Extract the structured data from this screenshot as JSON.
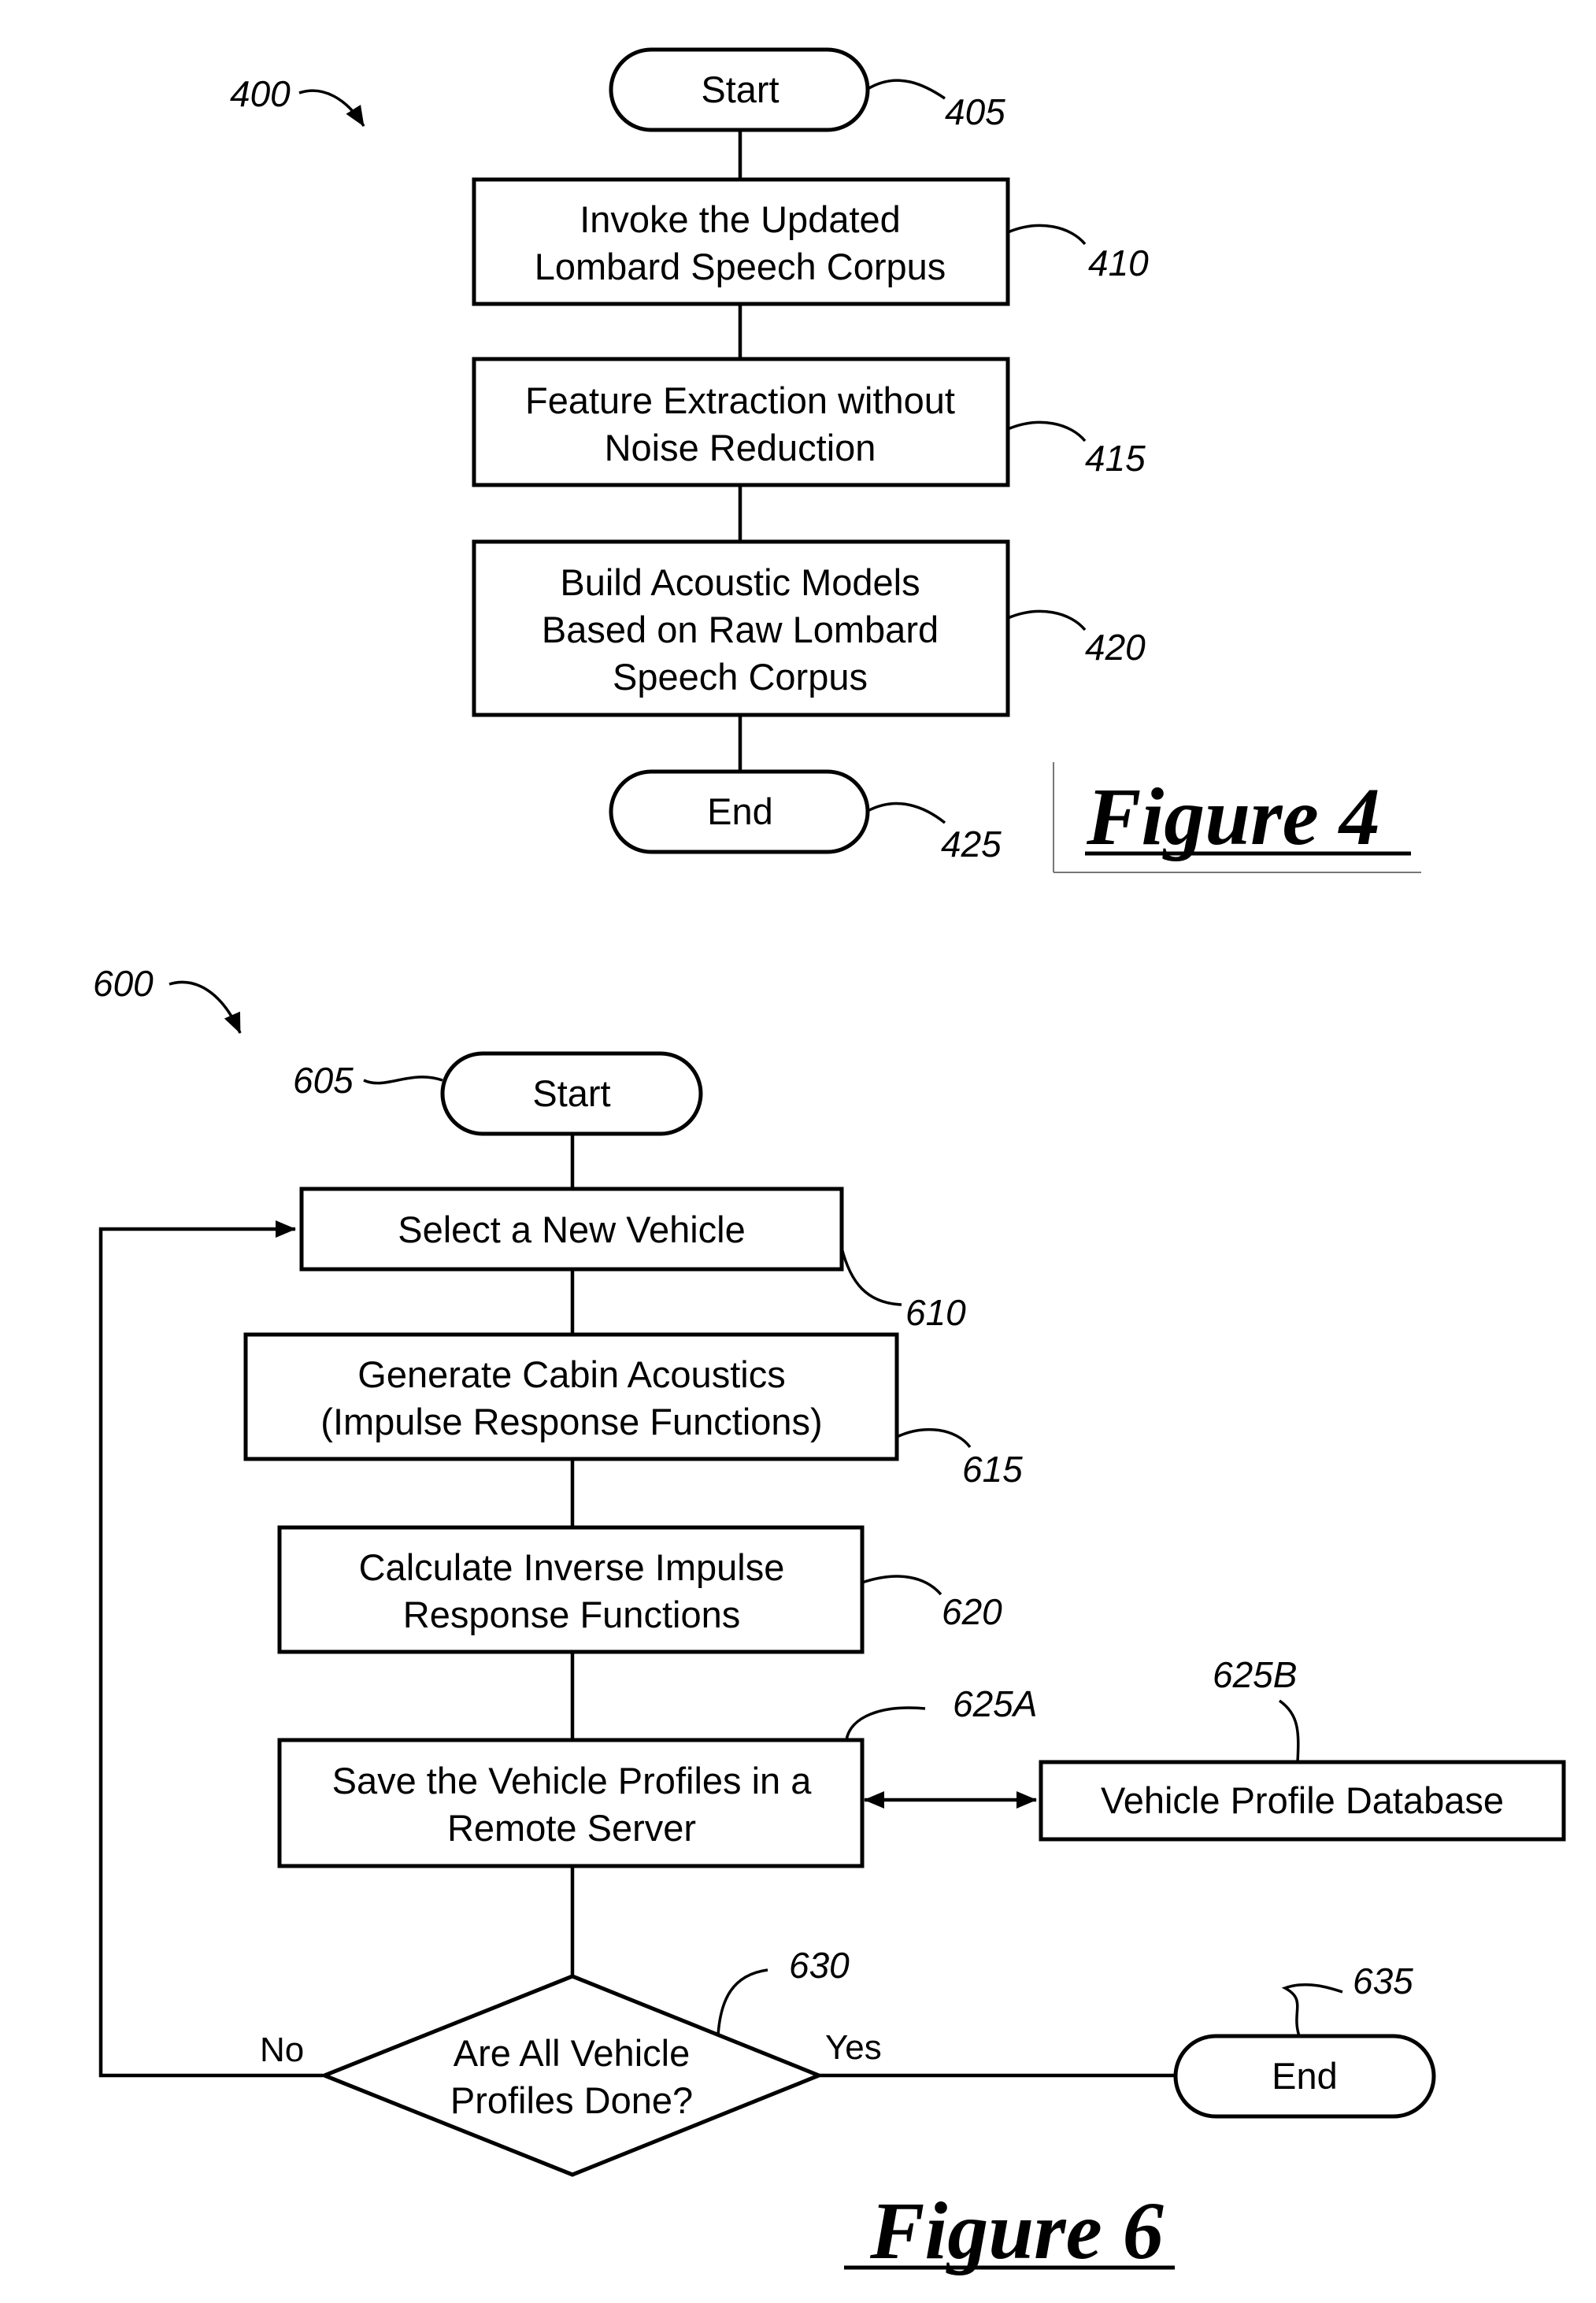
{
  "figure4": {
    "ref": "400",
    "title": "Figure 4",
    "nodes": {
      "start": {
        "label": "Start",
        "ref": "405"
      },
      "step_410": {
        "lines": [
          "Invoke the Updated",
          "Lombard Speech Corpus"
        ],
        "ref": "410"
      },
      "step_415": {
        "lines": [
          "Feature Extraction without",
          "Noise Reduction"
        ],
        "ref": "415"
      },
      "step_420": {
        "lines": [
          "Build Acoustic Models",
          "Based on Raw Lombard",
          "Speech Corpus"
        ],
        "ref": "420"
      },
      "end": {
        "label": "End",
        "ref": "425"
      }
    }
  },
  "figure6": {
    "ref": "600",
    "title": "Figure 6",
    "nodes": {
      "start": {
        "label": "Start",
        "ref": "605"
      },
      "step_610": {
        "lines": [
          "Select a New Vehicle"
        ],
        "ref": "610"
      },
      "step_615": {
        "lines": [
          "Generate Cabin Acoustics",
          "(Impulse Response Functions)"
        ],
        "ref": "615"
      },
      "step_620": {
        "lines": [
          "Calculate Inverse Impulse",
          "Response Functions"
        ],
        "ref": "620"
      },
      "step_625a": {
        "lines": [
          "Save the Vehicle Profiles in a",
          "Remote Server"
        ],
        "ref": "625A"
      },
      "db_625b": {
        "lines": [
          "Vehicle Profile Database"
        ],
        "ref": "625B"
      },
      "decision_630": {
        "lines": [
          "Are All Vehicle",
          "Profiles Done?"
        ],
        "ref": "630",
        "no_label": "No",
        "yes_label": "Yes"
      },
      "end": {
        "label": "End",
        "ref": "635"
      }
    }
  }
}
